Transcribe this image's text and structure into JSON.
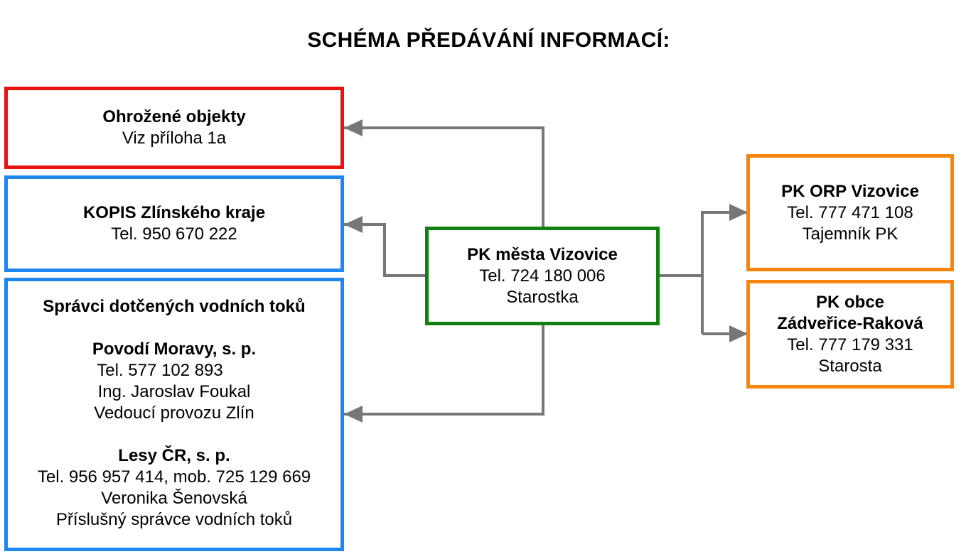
{
  "title": "SCHÉMA PŘEDÁVÁNÍ INFORMACÍ:",
  "colors": {
    "red": "#ee1111",
    "blue": "#1e88f0",
    "green": "#118011",
    "orange": "#f7860f",
    "arrow": "#777777"
  },
  "boxes": {
    "ohrozene": {
      "name": "Ohrožené objekty",
      "line1": "Viz příloha 1a"
    },
    "kopis": {
      "name": "KOPIS Zlínského kraje",
      "phone": "Tel. 950 670 222"
    },
    "spravci": {
      "heading": "Správci dotčených vodních toků",
      "povodi": {
        "name": "Povodí Moravy, s. p.",
        "phone": "Tel. 577 102 893",
        "person": "Ing. Jaroslav Foukal",
        "role": "Vedoucí provozu Zlín"
      },
      "lesy": {
        "name": "Lesy ČR, s. p.",
        "phone": "Tel. 956 957 414, mob. 725 129 669",
        "person": "Veronika Šenovská",
        "role": "Příslušný správce vodních toků"
      }
    },
    "pk_mesta": {
      "name": "PK města Vizovice",
      "phone": "Tel. 724 180 006",
      "role": "Starostka"
    },
    "orp": {
      "name": "PK ORP Vizovice",
      "phone": "Tel. 777 471 108",
      "role": "Tajemník PK"
    },
    "zadverice": {
      "name1": "PK obce",
      "name2": "Zádveřice-Raková",
      "phone": "Tel. 777 179 331",
      "role": "Starosta"
    }
  }
}
